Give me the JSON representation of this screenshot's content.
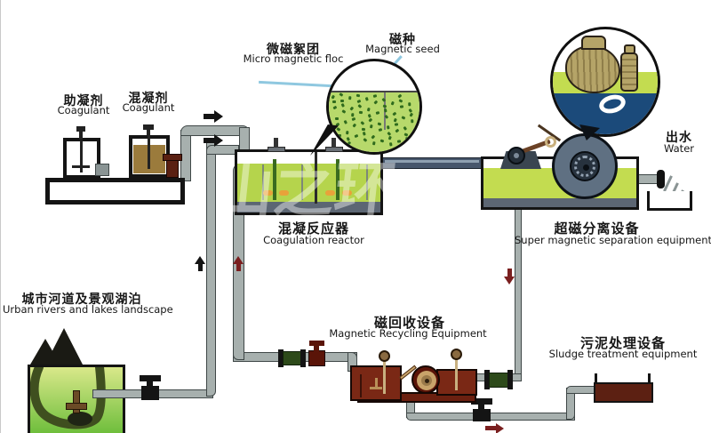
{
  "diagram": {
    "watermark": "山之环",
    "labels": {
      "coagulant_aid": {
        "zh": "助凝剂",
        "en": "Coagulant"
      },
      "coagulant": {
        "zh": "混凝剂",
        "en": "Coagulant"
      },
      "micro_floc": {
        "zh": "微磁絮团",
        "en": "Micro magnetic floc"
      },
      "magnetic_seed": {
        "zh": "磁种",
        "en": "Magnetic seed"
      },
      "outlet_water": {
        "zh": "出水",
        "en": "Water"
      },
      "reactor": {
        "zh": "混凝反应器",
        "en": "Coagulation reactor"
      },
      "separation": {
        "zh": "超磁分离设备",
        "en": "Super magnetic separation equipment"
      },
      "lake": {
        "zh": "城市河道及景观湖泊",
        "en": "Urban rivers and lakes landscape"
      },
      "recycling": {
        "zh": "磁回收设备",
        "en": "Magnetic Recycling Equipment"
      },
      "sludge": {
        "zh": "污泥处理设备",
        "en": "Sludge treatment equipment"
      }
    },
    "colors": {
      "pipe": "#a7b0ae",
      "pipe_outline": "#3f4747",
      "flow_arrow_black": "#141414",
      "flow_arrow_red": "#7a1f1f",
      "reactor_green": "#b5d44c",
      "separation_green": "#c3dc50",
      "lake_green_top": "#d9e88a",
      "lake_green_bottom": "#6fbe3c",
      "equipment_maroon": "#7a2815",
      "sludge_dark_red": "#5c2012",
      "water_navy": "#1b4a7a",
      "roller_khaki": "#b5a468",
      "drum_slate": "#5f7082",
      "coagulant_brown": "#9b7b3c",
      "callout_blue": "#8fc8e0"
    }
  }
}
